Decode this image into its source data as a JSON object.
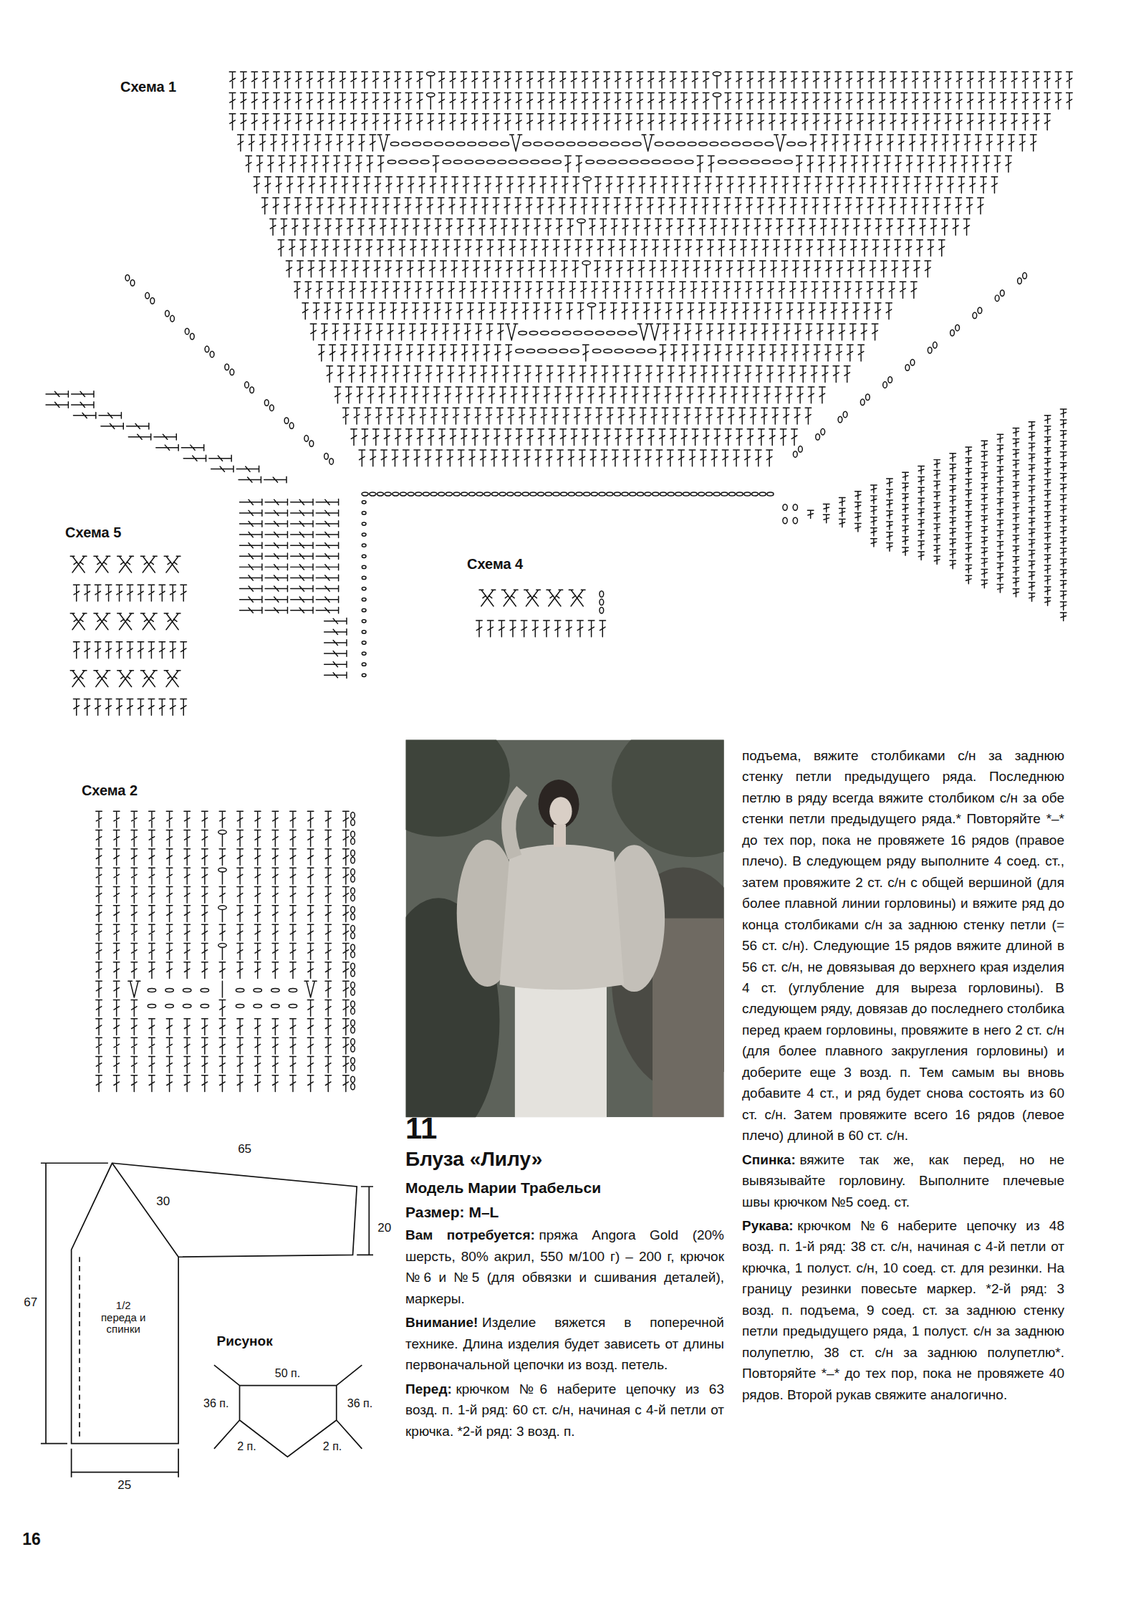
{
  "diagram": {
    "title": "Блуза «Лилу»",
    "labels": [
      "Схема 1",
      "Схема 5",
      "Схема 4",
      "Схема 2",
      "65",
      "30",
      "20",
      "67",
      "1/2 переда и спинки",
      "25",
      "Рисунок",
      "50 п.",
      "36 п.",
      "36 п.",
      "2 п.",
      "2 п.",
      "11",
      "Модель Марии Трабельси",
      "Размер: M–L",
      "Вам потребуется:",
      "пряжа Angora Gold (20% шерсть, 80% акрил, 550 м/100 г) – 200 г, крючок №6 и №5 (для обвязки и сшивания деталей), маркеры.",
      "Внимание!",
      "Изделие вяжется в поперечной технике. Длина изделия будет зависеть от длины первоначальной цепочки из возд. петель.",
      "Перед:",
      "крючком №6 наберите цепочку из 63 возд. п. 1-й ряд: 60 ст. с/н, начиная с 4-й петли от крючка. *2-й ряд: 3 возд. п.",
      "подъема, вяжите столбиками с/н за заднюю стенку петли предыдущего ряда. Последнюю петлю в ряду всегда вяжите столбиком с/н за обе стенки петли предыдущего ряда.* Повторяйте *–* до тех пор, пока не провяжете 16 рядов (правое плечо). В следующем ряду выполните 4 соед. ст., затем провяжите 2 ст. с/н с общей вершиной (для более плавной линии горловины) и вяжите ряд до конца столбиками с/н за заднюю стенку петли (= 56 ст. с/н). Следующие 15 рядов вяжите длиной в 56 ст. с/н, не довязывая до верхнего края изделия 4 ст. (углубление для выреза горловины). В следующем ряду, довязав до последнего столбика перед краем горловины, провяжите в него 2 ст. с/н (для более плавного закругления горловины) и доберите еще 3 возд. п. Тем самым вы вновь добавите 4 ст., и ряд будет снова состоять из 60 ст. с/н. Затем провяжите всего 16 рядов (левое плечо) длиной в 60 ст. с/н.",
      "Спинка:",
      "вяжите так же, как перед, но не вывязывайте горловину. Выполните плечевые швы крючком №5 соед. ст.",
      "Рукава:",
      "крючком №6 наберите цепочку из 48 возд. п. 1-й ряд: 38 ст. с/н, начиная с 4-й петли от крючка, 1 полуст. с/н, 10 соед. ст. для резинки. На границу резинки повесьте маркер. *2-й ряд: 3 возд. п. подъема, 9 соед. ст. за заднюю стенку петли предыдущего ряда, 1 полуст. с/н за заднюю полупетлю, 38 ст. с/н за заднюю полупетлю*. Повторяйте *–* до тех пор, пока не провяжете 40 рядов. Второй рукав свяжите аналогично.",
      "16"
    ]
  }
}
